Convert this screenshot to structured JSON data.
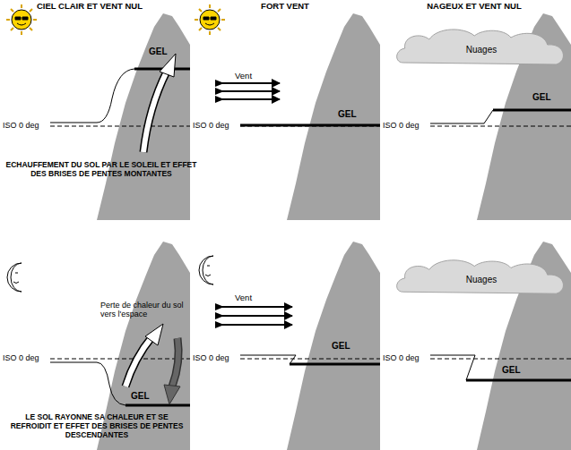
{
  "diagram": {
    "nodes": [
      {
        "text": [
          "Nuages"
        ]
      },
      {
        "text": [
          "Nuages"
        ]
      }
    ],
    "labels": [
      "CIEL CLAIR ET VENT NUL",
      "FORT VENT",
      "NAGEUX ET VENT NUL",
      "GEL",
      "ISO 0 deg",
      "ECHAUFFEMENT DU SOL PAR LE SOLEIL ET EFFET DES BRISES DE PENTES MONTANTES",
      "Vent",
      "ISO 0 deg",
      "GEL",
      "ISO 0 deg",
      "GEL",
      "Perte de chaleur du sol vers l'espace",
      "ISO 0 deg",
      "GEL",
      "LE SOL RAYONNE SA CHALEUR ET SE REFROIDIT ET EFFET DES BRISES DE PENTES DESCENDANTES",
      "Vent",
      "ISO 0 deg",
      "GEL",
      "ISO 0 deg",
      "GEL"
    ]
  }
}
